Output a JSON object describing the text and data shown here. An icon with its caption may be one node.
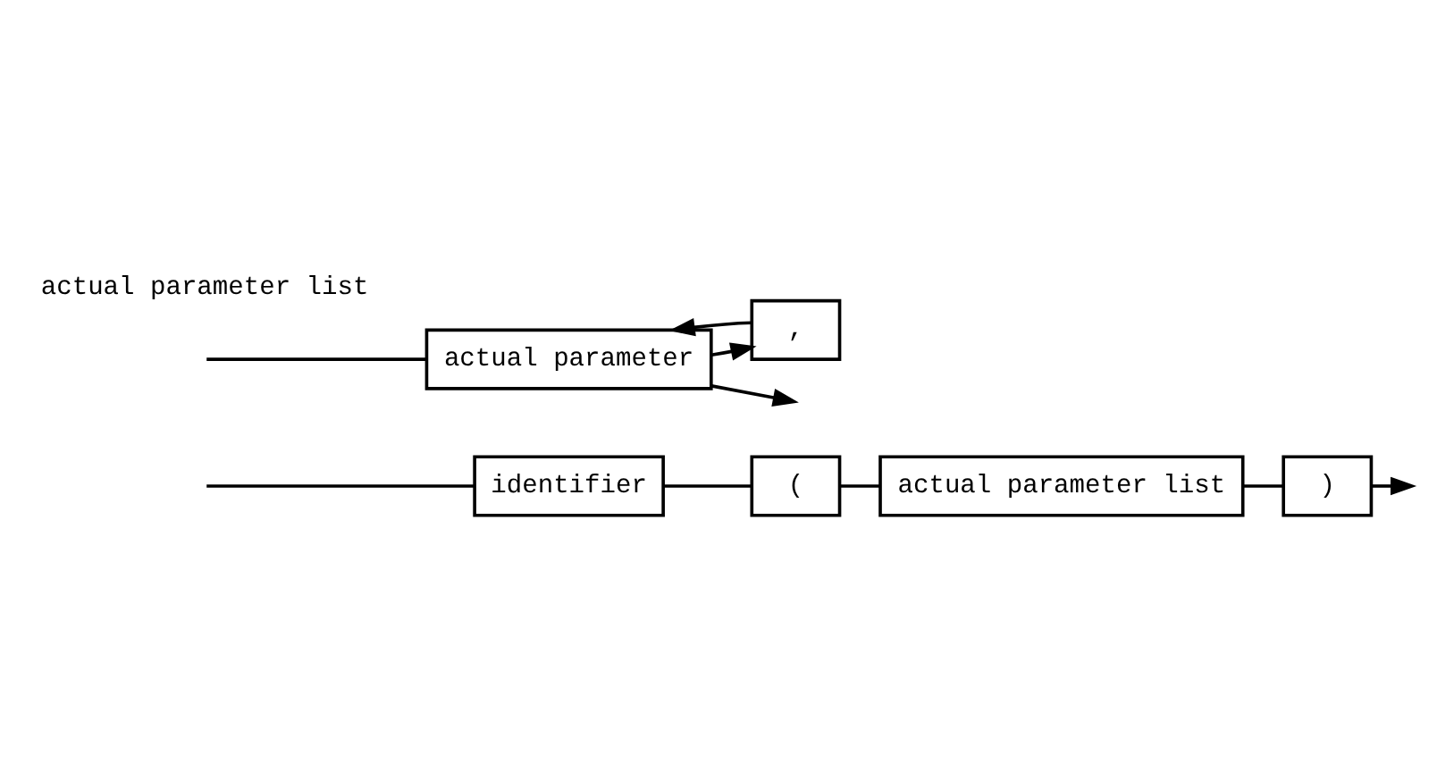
{
  "diagram": {
    "nodes": [
      {
        "text": [
          "identifier"
        ]
      },
      {
        "text": [
          "("
        ]
      },
      {
        "text": [
          "actual parameter list"
        ]
      },
      {
        "text": [
          ")"
        ]
      },
      {
        "text": [
          "actual parameter"
        ]
      },
      {
        "text": [
          ","
        ]
      }
    ],
    "edges": [
      {
        "from": null,
        "to": 0,
        "arrow": "none"
      },
      {
        "from": 0,
        "to": 1,
        "arrow": "none"
      },
      {
        "from": 1,
        "to": 2,
        "arrow": "none"
      },
      {
        "from": 2,
        "to": 3,
        "arrow": "none"
      },
      {
        "from": 3,
        "to": null,
        "arrow": "to"
      },
      {
        "from": null,
        "to": 4,
        "arrow": "none"
      },
      {
        "from": 4,
        "to": null,
        "arrow": "to"
      },
      {
        "from": 4,
        "to": 5,
        "arrow": "to"
      },
      {
        "from": 5,
        "to": 4,
        "arrow": "to"
      }
    ],
    "labels": [
      "actual parameter list"
    ]
  }
}
